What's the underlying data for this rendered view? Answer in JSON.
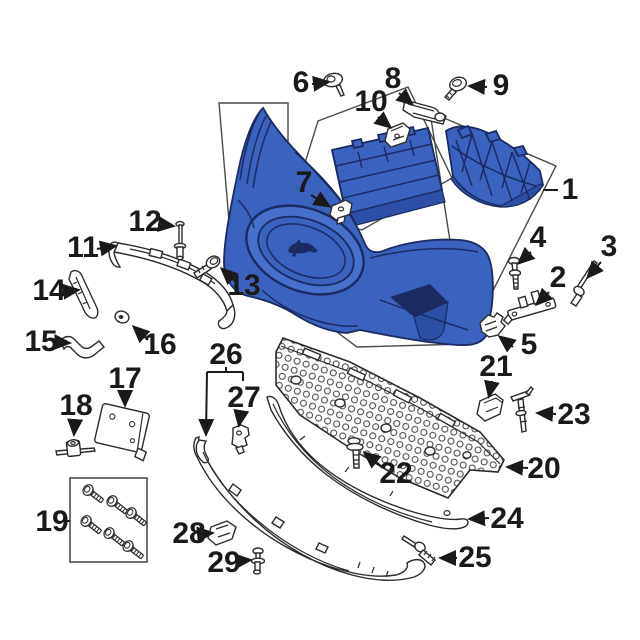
{
  "colors": {
    "bg": "#ffffff",
    "line": "#1a1a1a",
    "part_fill": "#3a63c0",
    "part_fill_light": "#4570cc",
    "part_shadow": "#2d4fa5",
    "part_edge": "#1b2a63"
  },
  "callouts": [
    {
      "label": "1"
    },
    {
      "label": "2"
    },
    {
      "label": "3"
    },
    {
      "label": "4"
    },
    {
      "label": "5"
    },
    {
      "label": "6"
    },
    {
      "label": "7"
    },
    {
      "label": "8"
    },
    {
      "label": "9"
    },
    {
      "label": "10"
    },
    {
      "label": "11"
    },
    {
      "label": "12"
    },
    {
      "label": "13"
    },
    {
      "label": "14"
    },
    {
      "label": "15"
    },
    {
      "label": "16"
    },
    {
      "label": "17"
    },
    {
      "label": "18"
    },
    {
      "label": "19"
    },
    {
      "label": "20"
    },
    {
      "label": "21"
    },
    {
      "label": "22"
    },
    {
      "label": "23"
    },
    {
      "label": "24"
    },
    {
      "label": "25"
    },
    {
      "label": "26"
    },
    {
      "label": "27"
    },
    {
      "label": "28"
    },
    {
      "label": "29"
    }
  ]
}
